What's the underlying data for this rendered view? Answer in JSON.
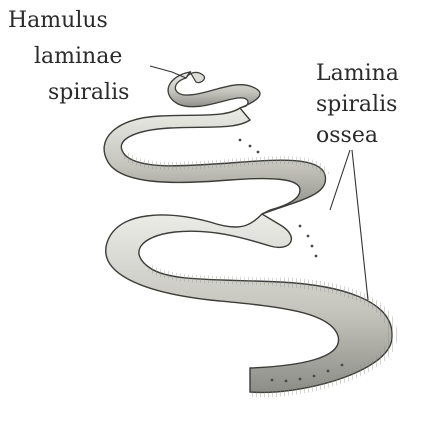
{
  "figure": {
    "labels": {
      "hamulus": [
        "Hamulus",
        "laminae",
        "spiralis"
      ],
      "lamina": [
        "Lamina",
        "spiralis",
        "ossea"
      ]
    },
    "colors": {
      "background": "#ffffff",
      "bone_light": "#e9e9e4",
      "bone_mid": "#b9b9b2",
      "bone_dark": "#6f6f6a",
      "edge": "#3c3c38",
      "leader": "#333333",
      "text": "#2a2a2a"
    }
  }
}
